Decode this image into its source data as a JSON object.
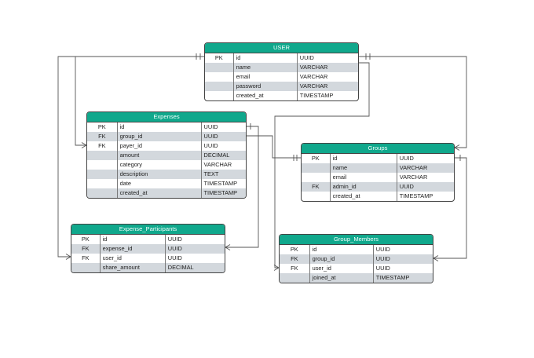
{
  "entities": [
    {
      "name": "USER",
      "rows": [
        {
          "key": "PK",
          "col": "id",
          "type": "UUID"
        },
        {
          "key": "",
          "col": "name",
          "type": "VARCHAR"
        },
        {
          "key": "",
          "col": "email",
          "type": "VARCHAR"
        },
        {
          "key": "",
          "col": "password",
          "type": "VARCHAR"
        },
        {
          "key": "",
          "col": "created_at",
          "type": "TIMESTAMP"
        }
      ]
    },
    {
      "name": "Expenses",
      "rows": [
        {
          "key": "PK",
          "col": "id",
          "type": "UUID"
        },
        {
          "key": "FK",
          "col": "group_id",
          "type": "UUID"
        },
        {
          "key": "FK",
          "col": "payer_id",
          "type": "UUID"
        },
        {
          "key": "",
          "col": "amount",
          "type": "DECIMAL"
        },
        {
          "key": "",
          "col": "category",
          "type": "VARCHAR"
        },
        {
          "key": "",
          "col": "description",
          "type": "TEXT"
        },
        {
          "key": "",
          "col": "date",
          "type": "TIMESTAMP"
        },
        {
          "key": "",
          "col": "created_at",
          "type": "TIMESTAMP"
        }
      ]
    },
    {
      "name": "Groups",
      "rows": [
        {
          "key": "PK",
          "col": "id",
          "type": "UUID"
        },
        {
          "key": "",
          "col": "name",
          "type": "VARCHAR"
        },
        {
          "key": "",
          "col": "email",
          "type": "VARCHAR"
        },
        {
          "key": "FK",
          "col": "admin_id",
          "type": "UUID"
        },
        {
          "key": "",
          "col": "created_at",
          "type": "TIMESTAMP"
        }
      ]
    },
    {
      "name": "Expense_Participants",
      "rows": [
        {
          "key": "PK",
          "col": "id",
          "type": "UUID"
        },
        {
          "key": "FK",
          "col": "expense_id",
          "type": "UUID"
        },
        {
          "key": "FK",
          "col": "user_id",
          "type": "UUID"
        },
        {
          "key": "",
          "col": "share_amount",
          "type": "DECIMAL"
        }
      ]
    },
    {
      "name": "Group_Members",
      "rows": [
        {
          "key": "PK",
          "col": "id",
          "type": "UUID"
        },
        {
          "key": "FK",
          "col": "group_id",
          "type": "UUID"
        },
        {
          "key": "FK",
          "col": "user_id",
          "type": "UUID"
        },
        {
          "key": "",
          "col": "joined_at",
          "type": "TIMESTAMP"
        }
      ]
    }
  ]
}
